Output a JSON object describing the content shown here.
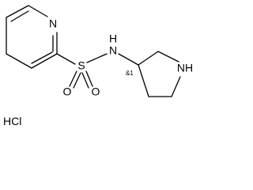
{
  "molecule": {
    "atoms": {
      "pyridine_n": "N",
      "sulfur": "S",
      "sulfonyl_o_bottom_left": "O",
      "sulfonyl_o_bottom_right": "O",
      "sulfonamide_nh": "N",
      "sulfonamide_h": "H",
      "pyrrolidine_nh": "NH"
    },
    "stereo_label": "&1",
    "salt": "HCl"
  }
}
